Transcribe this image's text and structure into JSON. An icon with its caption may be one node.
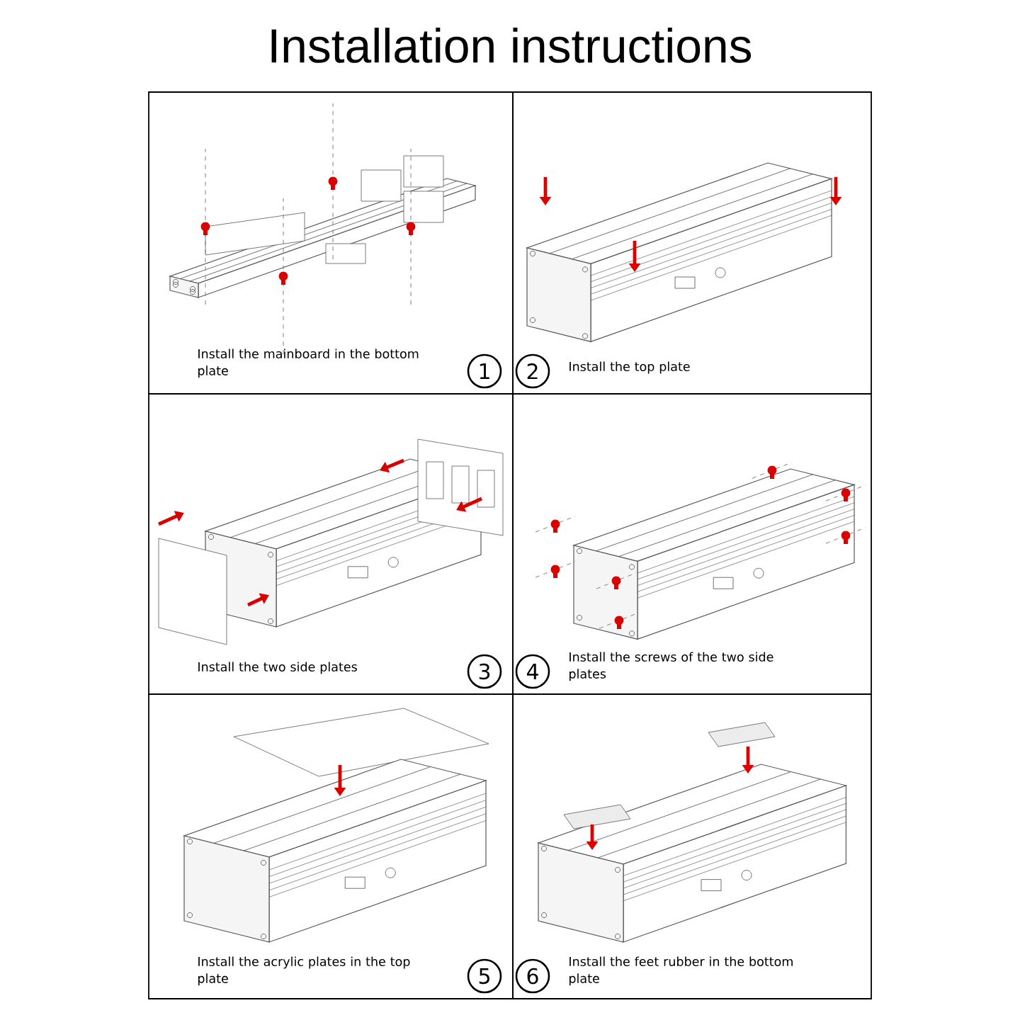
{
  "diagram": {
    "title": "Installation instructions",
    "nodes": [
      {
        "text": [
          "Install the mainboard in the bottom plate"
        ]
      },
      {
        "text": [
          "1"
        ],
        "in": 0
      },
      {
        "text": [
          "Install the top plate"
        ]
      },
      {
        "text": [
          "2"
        ],
        "in": 2
      },
      {
        "text": [
          "Install the two side plates"
        ]
      },
      {
        "text": [
          "3"
        ],
        "in": 4
      },
      {
        "text": [
          "Install the screws of the two side plates"
        ]
      },
      {
        "text": [
          "4"
        ],
        "in": 6
      },
      {
        "text": [
          "Install the acrylic plates in the top plate"
        ]
      },
      {
        "text": [
          "5"
        ],
        "in": 8
      },
      {
        "text": [
          "Install the feet rubber in the bottom plate"
        ]
      },
      {
        "text": [
          "6"
        ],
        "in": 10
      }
    ]
  }
}
